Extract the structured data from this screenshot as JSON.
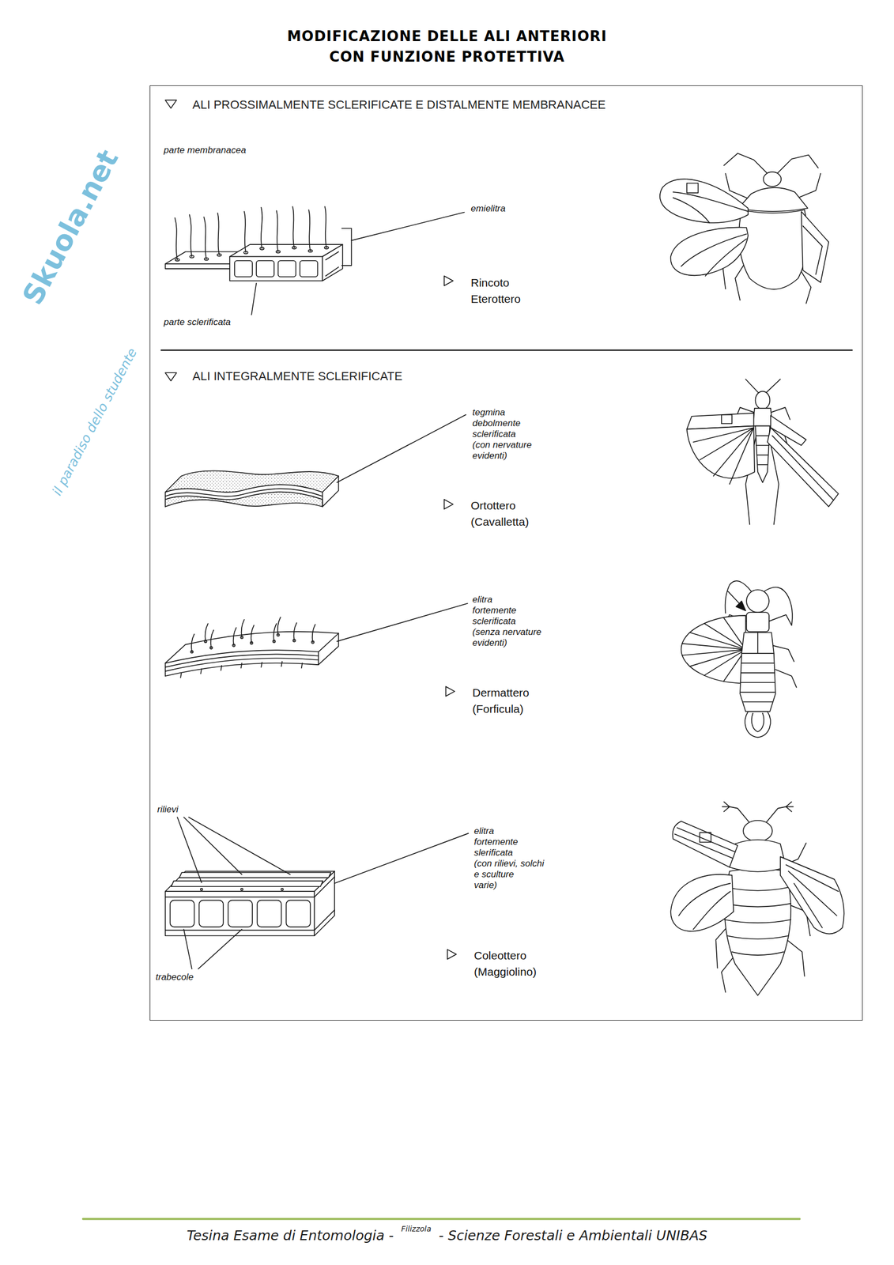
{
  "diagram": {
    "title": "MODIFICAZIONE DELLE ALI ANTERIORI CON FUNZIONE PROTETTIVA",
    "nodes": [
      {
        "text": [
          "ALI PROSSIMALMENTE SCLERIFICATE E DISTALMENTE MEMBRANACEE",
          "ALI INTEGRALMENTE SCLERIFICATE"
        ]
      }
    ],
    "labels": [
      "Skuola.net",
      "il paradiso dello studente",
      "parte membranacea",
      "emielitra",
      "Rincoto Eterottero",
      "parte sclerificata",
      "tegmina debolmente sclerificata (con nervature evidenti)",
      "Ortottero (Cavalletta)",
      "elitra fortemente sclerificata (senza nervature evidenti)",
      "Dermattero (Forficula)",
      "rilievi",
      "elitra fortemente slerificata (con rilievi, solchi e sculture varie)",
      "Coleottero (Maggiolino)",
      "trabecole",
      "Tesina Esame di Entomologia -",
      "Filizzola",
      "- Scienze Forestali e Ambientali UNIBAS"
    ]
  }
}
